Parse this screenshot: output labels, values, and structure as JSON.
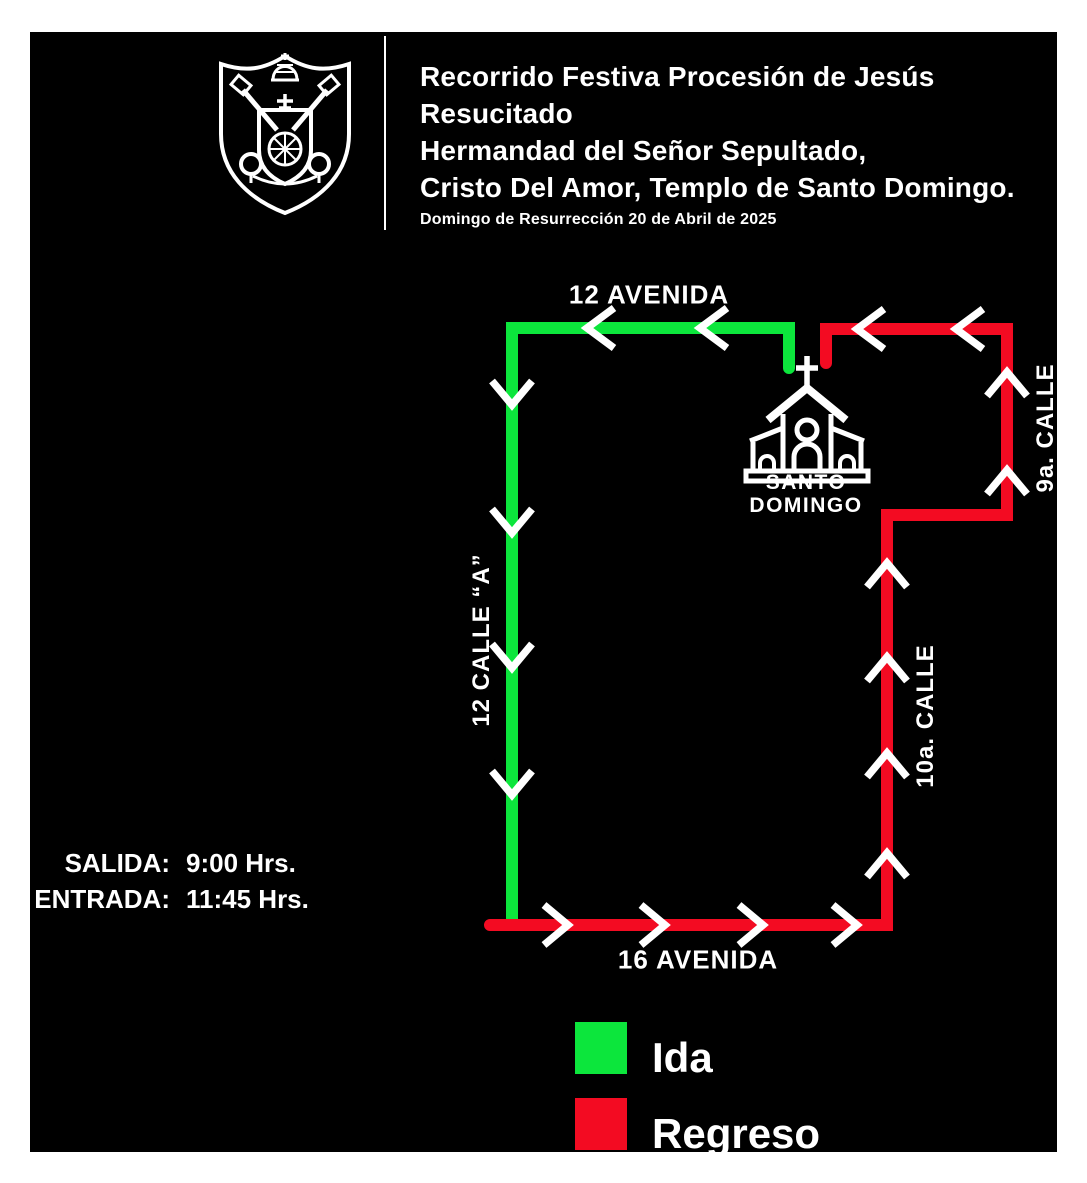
{
  "page": {
    "bg": "#ffffff",
    "panel_bg": "#000000"
  },
  "header": {
    "crest_icon": "hermandad-crest",
    "title_line1": "Recorrido Festiva Procesión de Jesús Resucitado",
    "title_line2": "Hermandad del Señor Sepultado,",
    "title_line3": "Cristo Del Amor, Templo de Santo Domingo.",
    "subtitle": "Domingo de Resurrección 20 de Abril de 2025"
  },
  "map": {
    "streets": {
      "top": "12 AVENIDA",
      "left": "12 CALLE “A”",
      "bottom": "16 AVENIDA",
      "right_inner": "10a. CALLE",
      "right_outer": "9a. CALLE"
    },
    "church": {
      "name_line1": "SANTO",
      "name_line2": "DOMINGO"
    },
    "colors": {
      "ida": "#0ce63c",
      "regreso": "#f30b22",
      "arrow": "#ffffff"
    }
  },
  "schedule": {
    "salida_label": "SALIDA:",
    "salida_time": "9:00 Hrs.",
    "entrada_label": "ENTRADA:",
    "entrada_time": "11:45 Hrs."
  },
  "legend": {
    "items": [
      {
        "label": "Ida",
        "color": "#0ce63c"
      },
      {
        "label": "Regreso",
        "color": "#f30b22"
      }
    ]
  }
}
